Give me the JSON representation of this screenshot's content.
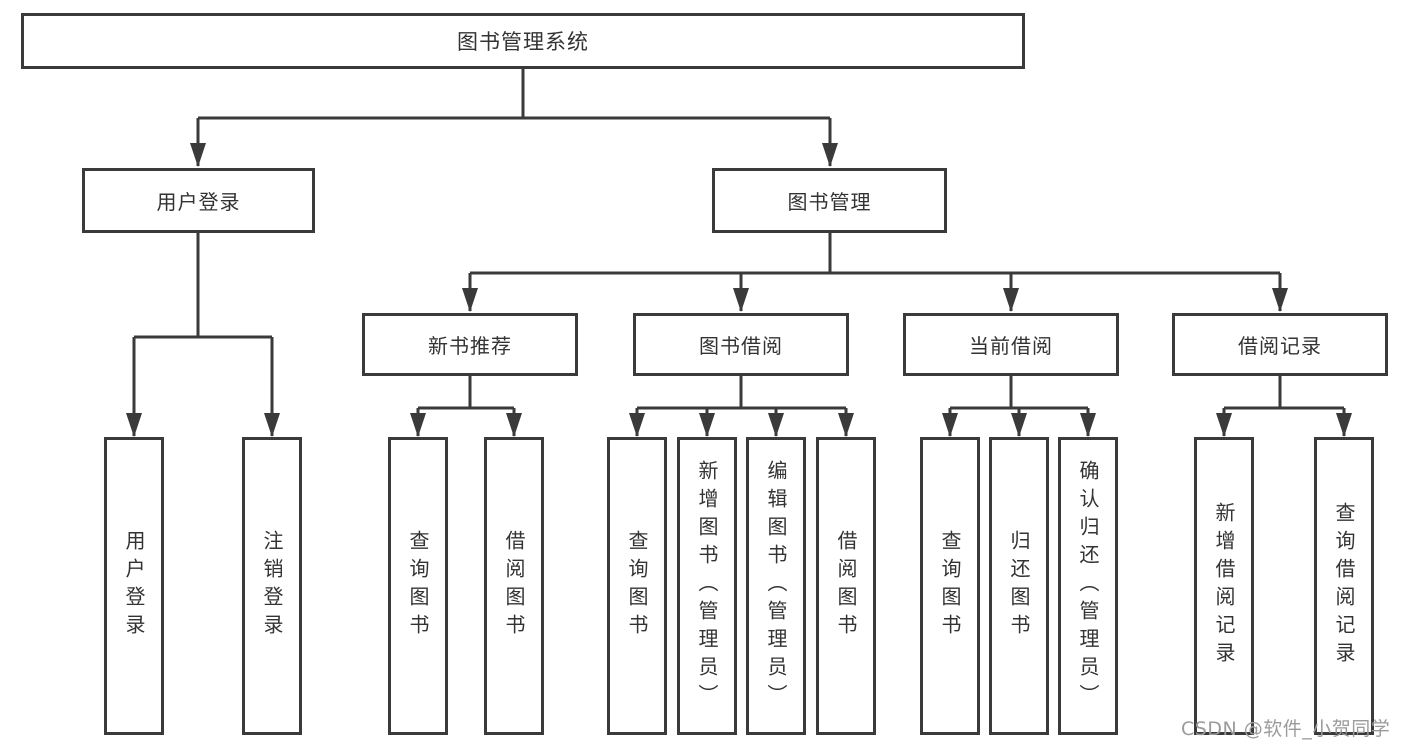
{
  "diagram": {
    "title_note": "feature tree of a library management system",
    "root": {
      "label": "图书管理系统"
    },
    "level2": [
      {
        "label": "用户登录"
      },
      {
        "label": "图书管理"
      }
    ],
    "level3": [
      {
        "label": "新书推荐"
      },
      {
        "label": "图书借阅"
      },
      {
        "label": "当前借阅"
      },
      {
        "label": "借阅记录"
      }
    ],
    "leaves": [
      {
        "label": "用户登录",
        "parent": "用户登录"
      },
      {
        "label": "注销登录",
        "parent": "用户登录"
      },
      {
        "label": "查询图书",
        "parent": "新书推荐"
      },
      {
        "label": "借阅图书",
        "parent": "新书推荐"
      },
      {
        "label": "查询图书",
        "parent": "图书借阅"
      },
      {
        "label": "新增图书（管理员）",
        "parent": "图书借阅"
      },
      {
        "label": "编辑图书（管理员）",
        "parent": "图书借阅"
      },
      {
        "label": "借阅图书",
        "parent": "图书借阅"
      },
      {
        "label": "查询图书",
        "parent": "当前借阅"
      },
      {
        "label": "归还图书",
        "parent": "当前借阅"
      },
      {
        "label": "确认归还（管理员）",
        "parent": "当前借阅"
      },
      {
        "label": "新增借阅记录",
        "parent": "借阅记录"
      },
      {
        "label": "查询借阅记录",
        "parent": "借阅记录"
      }
    ],
    "colors": {
      "line": "#3a3a3a",
      "box_border": "#3a3a3a",
      "box_fill": "#ffffff",
      "text": "#333333",
      "watermark": "#9b9b9b"
    }
  },
  "watermark": {
    "text": "CSDN @软件_小贺同学"
  }
}
